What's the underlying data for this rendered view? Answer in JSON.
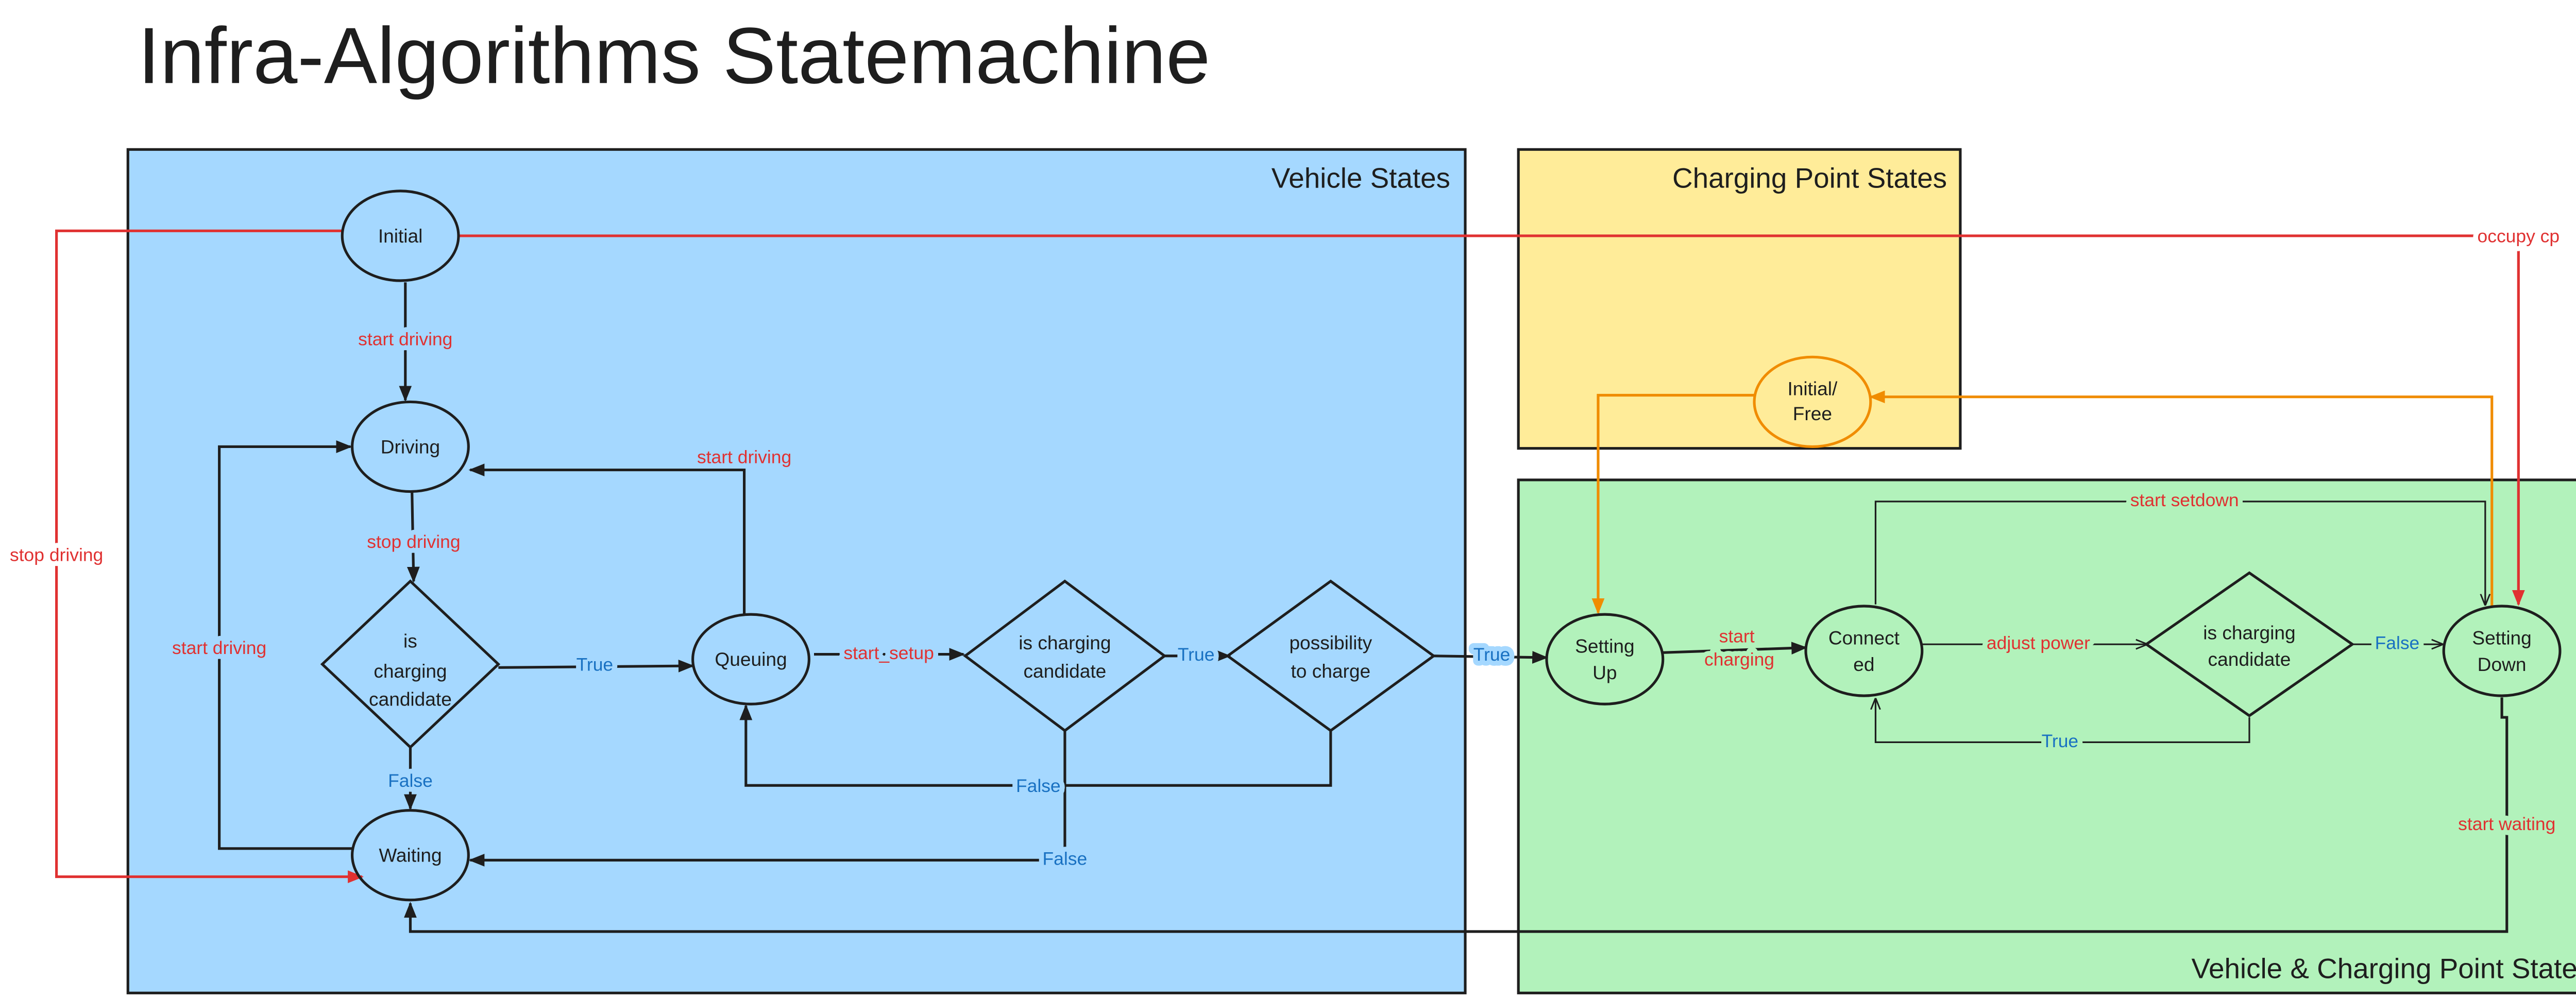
{
  "title": "Infra-Algorithms Statemachine",
  "colors": {
    "vehicle_box": "#a5d8ff",
    "charging_point_box": "#ffec99",
    "shared_box": "#b2f2bb",
    "event_label": "#e03131",
    "condition_label": "#1971c2",
    "charging_point_transition": "#f08c00",
    "stroke": "#1e1e1e"
  },
  "boxes": {
    "vehicle": "Vehicle States",
    "charging_point": "Charging Point States",
    "shared": "Vehicle & Charging Point States"
  },
  "nodes": {
    "initial": [
      "Initial"
    ],
    "driving": [
      "Driving"
    ],
    "is_candidate_1": [
      "is",
      "charging",
      "candidate"
    ],
    "queuing": [
      "Queuing"
    ],
    "waiting": [
      "Waiting"
    ],
    "is_candidate_2": [
      "is charging",
      "candidate"
    ],
    "possibility": [
      "possibility",
      "to charge"
    ],
    "setting_up": [
      "Setting",
      "Up"
    ],
    "connected": [
      "Connect",
      "ed"
    ],
    "is_candidate_3": [
      "is charging",
      "candidate"
    ],
    "setting_down": [
      "Setting",
      "Down"
    ],
    "cp_initial_free": [
      "Initial/",
      "Free"
    ]
  },
  "edges": {
    "initial_to_driving": "start driving",
    "driving_to_candidate": "stop driving",
    "candidate_false": "False",
    "candidate_true": "True",
    "waiting_to_driving": "start driving",
    "queuing_to_driving": "start driving",
    "queuing_to_candidate2": "start_setup",
    "candidate2_true": "True",
    "possibility_true": "True",
    "possibility_false": "False",
    "candidate2_false": "False",
    "setting_down_to_waiting": "start waiting",
    "initial_stop_driving": "stop driving",
    "occupy_cp": "occupy cp",
    "start_charging": [
      "start",
      "charging"
    ],
    "adjust_power": "adjust power",
    "candidate3_false": "False",
    "candidate3_true": "True",
    "start_setdown": "start setdown"
  }
}
